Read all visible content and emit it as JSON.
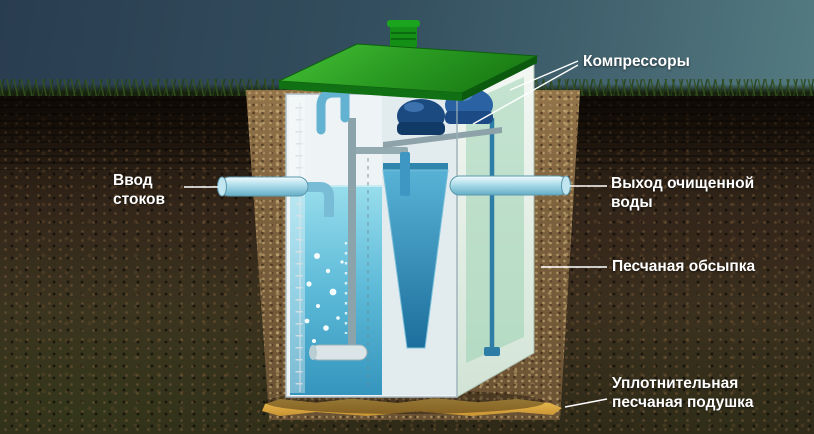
{
  "labels": {
    "compressors": {
      "text": "Компрессоры"
    },
    "inlet": {
      "text": "Ввод\nстоков"
    },
    "outlet": {
      "text": "Выход очищенной\nводы"
    },
    "sand_backfill": {
      "text": "Песчаная обсыпка"
    },
    "sand_cushion": {
      "text": "Уплотнительная\nпесчаная подушка"
    }
  },
  "colors": {
    "sky": "#33505f",
    "soil": "#2e2114",
    "sand_backfill": "#7b603d",
    "sand_cushion": "#d9a83e",
    "tank_lid_green": "#28941f",
    "tank_body": "#eef3f5",
    "water": "#3fa9cf",
    "compressor_blue": "#1a4a80",
    "pipe_blue": "#a8d8e6",
    "label_text": "#ffffff",
    "leader_line": "#ffffff"
  }
}
